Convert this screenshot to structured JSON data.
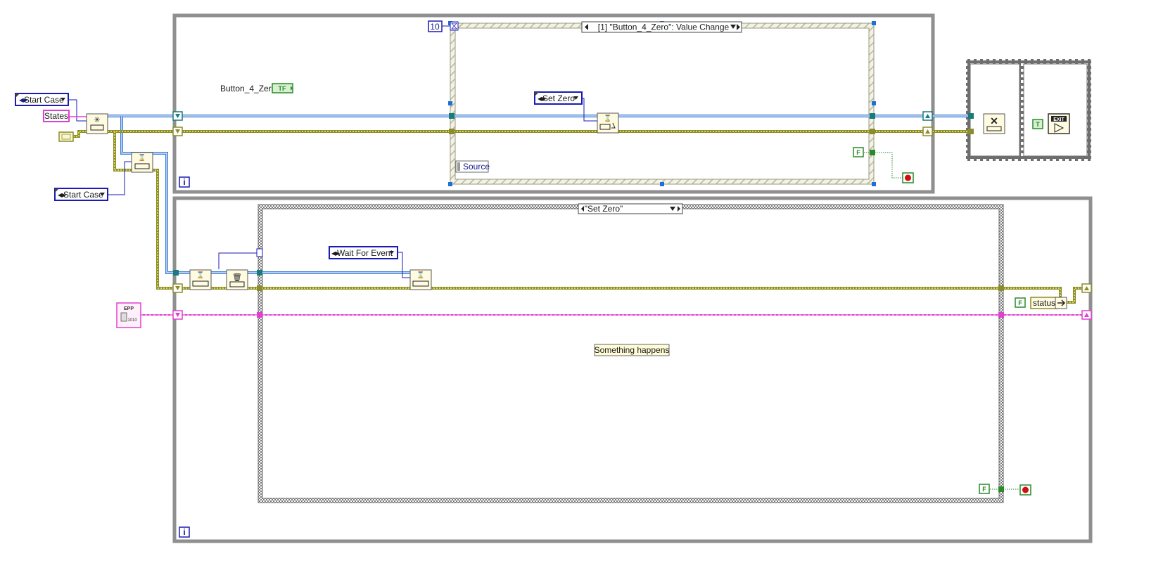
{
  "diagram": {
    "labels": {
      "start_case_top": "Start Case",
      "states": "States",
      "start_case_bottom": "Start Case",
      "button_4_zero": "Button_4_Zero",
      "bool_tf": "TF",
      "timeout_value": "10",
      "event_case_selector": "[1] \"Button_4_Zero\": Value Change",
      "set_zero_const": "Set Zero",
      "source": "Source",
      "false_const_event": "F",
      "case_selector": "\"Set Zero\"",
      "wait_for_event_const": "Wait For Event",
      "something_happens": "Something happens",
      "status": "status",
      "false_const_status": "F",
      "false_const_case": "F",
      "true_const": "T",
      "epp_label": "EPP",
      "exit_label": "EXIT",
      "iteration_top": "i",
      "iteration_bottom": "i"
    },
    "colors": {
      "enum_blue": "#1a1ab5",
      "wire_blue": "#3a7bd5",
      "wire_yellow": "#8c8c2a",
      "wire_pink": "#e040d0",
      "bool_green": "#2a8a2a",
      "loop_gray": "#8f8f8f",
      "node_fill": "#fffbe0",
      "stop_red": "#d01010"
    }
  }
}
